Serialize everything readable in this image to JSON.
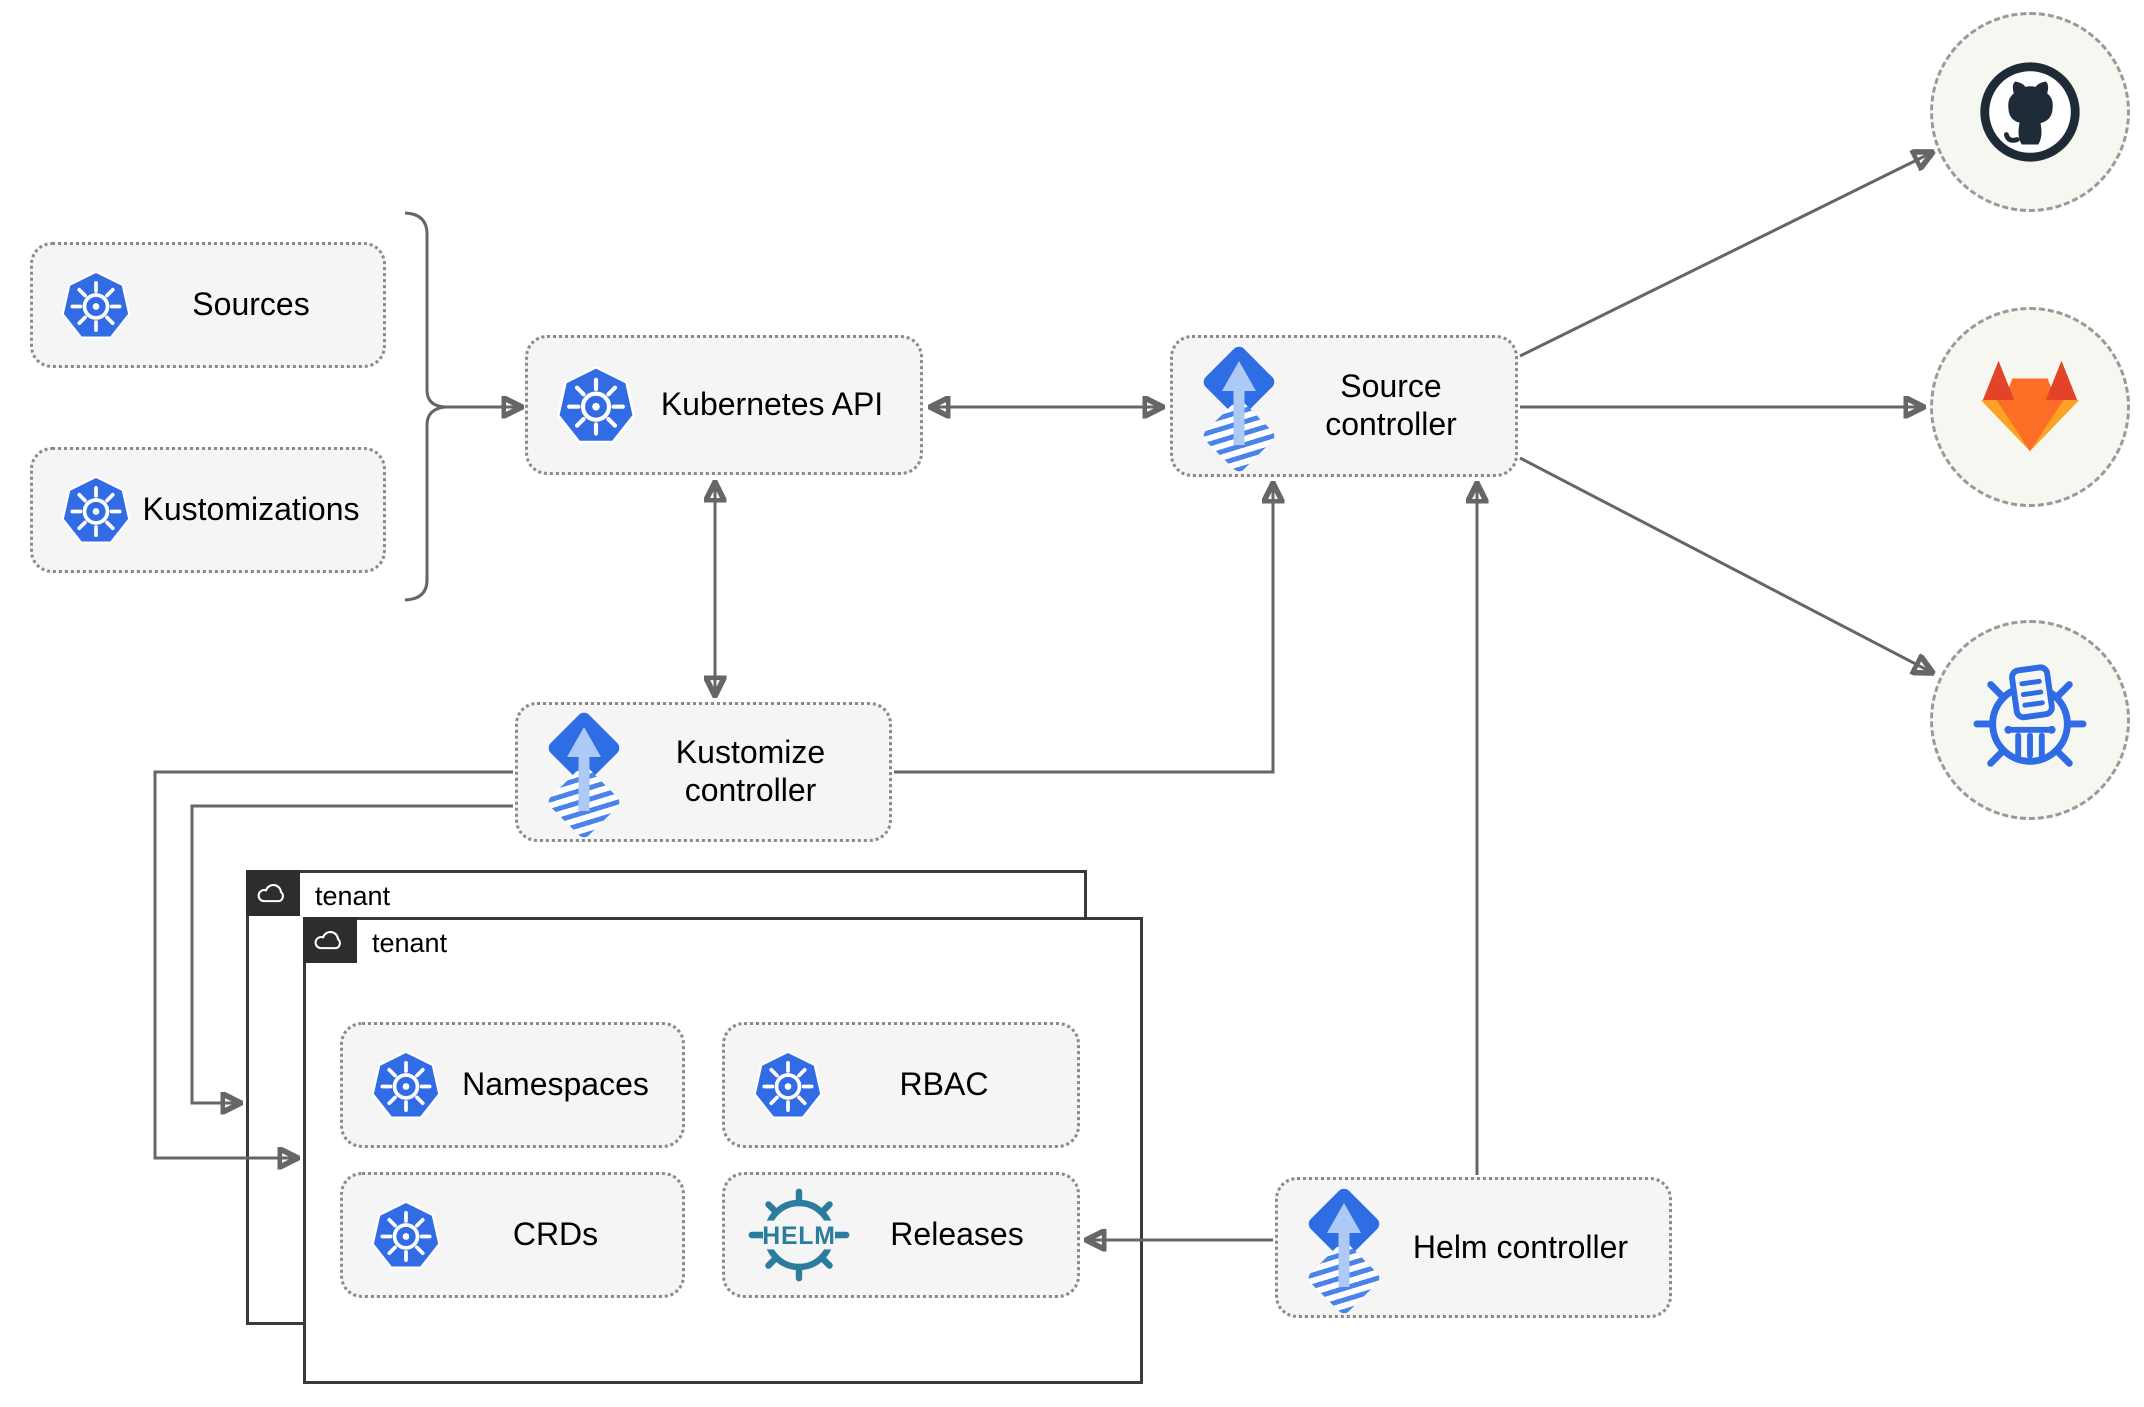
{
  "diagram": {
    "background": "#ffffff",
    "arrow_color": "#666666",
    "module_fill": "#f5f5f5",
    "module_border": "#8a8a8a",
    "tenant_border": "#3a3a3a",
    "tenant_header_bg": "#2d2d2d",
    "endpoint_fill": "#f7f7f2",
    "endpoint_border": "#9a9a9a"
  },
  "brand_colors": {
    "kubernetes_blue": "#326ce5",
    "flux_blue": "#2e6de4",
    "flux_light_blue": "#adc9f6",
    "helm_teal": "#2a7d9c",
    "github_dark": "#1e2b36",
    "gitlab_red": "#e24329",
    "gitlab_orange": "#fc6d26",
    "gitlab_amber": "#fca326",
    "chart_repository_blue": "#2e6be5"
  },
  "nodes": {
    "sources": {
      "label": "Sources",
      "icon": "kubernetes-icon"
    },
    "kustomizations": {
      "label": "Kustomizations",
      "icon": "kubernetes-icon"
    },
    "kubernetes_api": {
      "label": "Kubernetes API",
      "icon": "kubernetes-icon"
    },
    "source_controller": {
      "label": "Source controller",
      "icon": "flux-icon"
    },
    "kustomize_controller": {
      "label": "Kustomize controller",
      "icon": "flux-icon"
    },
    "helm_controller": {
      "label": "Helm controller",
      "icon": "flux-icon"
    },
    "namespaces": {
      "label": "Namespaces",
      "icon": "kubernetes-icon"
    },
    "rbac": {
      "label": "RBAC",
      "icon": "kubernetes-icon"
    },
    "crds": {
      "label": "CRDs",
      "icon": "kubernetes-icon"
    },
    "releases": {
      "label": "Releases",
      "icon": "helm-icon",
      "icon_text": "HELM"
    }
  },
  "groups": {
    "tenant_outer": {
      "label": "tenant",
      "icon": "cloud-icon"
    },
    "tenant_inner": {
      "label": "tenant",
      "icon": "cloud-icon"
    }
  },
  "endpoints": {
    "github": {
      "icon": "github-icon"
    },
    "gitlab": {
      "icon": "gitlab-icon"
    },
    "helm_repository": {
      "icon": "chart-repository-icon"
    }
  }
}
